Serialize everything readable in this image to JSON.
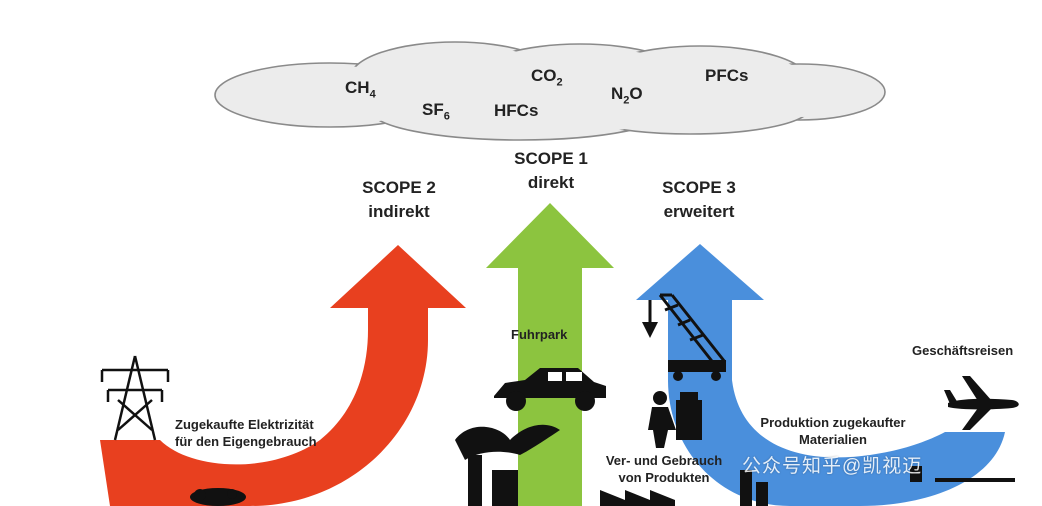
{
  "gases": {
    "ch4": {
      "base": "CH",
      "sub": "4"
    },
    "sf6": {
      "base": "SF",
      "sub": "6"
    },
    "co2": {
      "base": "CO",
      "sub": "2"
    },
    "hfcs": {
      "text": "HFCs"
    },
    "n2o": {
      "base": "N",
      "sub": "2",
      "rest": "O"
    },
    "pfcs": {
      "text": "PFCs"
    }
  },
  "scopes": {
    "scope1": {
      "title": "SCOPE 1",
      "subtitle": "direkt",
      "color": "#8cc43f"
    },
    "scope2": {
      "title": "SCOPE 2",
      "subtitle": "indirekt",
      "color": "#e8401f"
    },
    "scope3": {
      "title": "SCOPE 3",
      "subtitle": "erweitert",
      "color": "#4a8fdc"
    }
  },
  "labels": {
    "fuhrpark": "Fuhrpark",
    "electricity_line1": "Zugekaufte Elektrizität",
    "electricity_line2": "für den Eigengebrauch",
    "geschaeftsreisen": "Geschäftsreisen",
    "production_line1": "Produktion zugekaufter",
    "production_line2": "Materialien",
    "usage_line1": "Ver- und Gebrauch",
    "usage_line2": "von Produkten"
  },
  "watermark": {
    "text": "公众号知乎@凯视迈"
  },
  "colors": {
    "cloud_fill": "#ececec",
    "cloud_stroke": "#8a8a8a",
    "silhouette": "#111111"
  }
}
